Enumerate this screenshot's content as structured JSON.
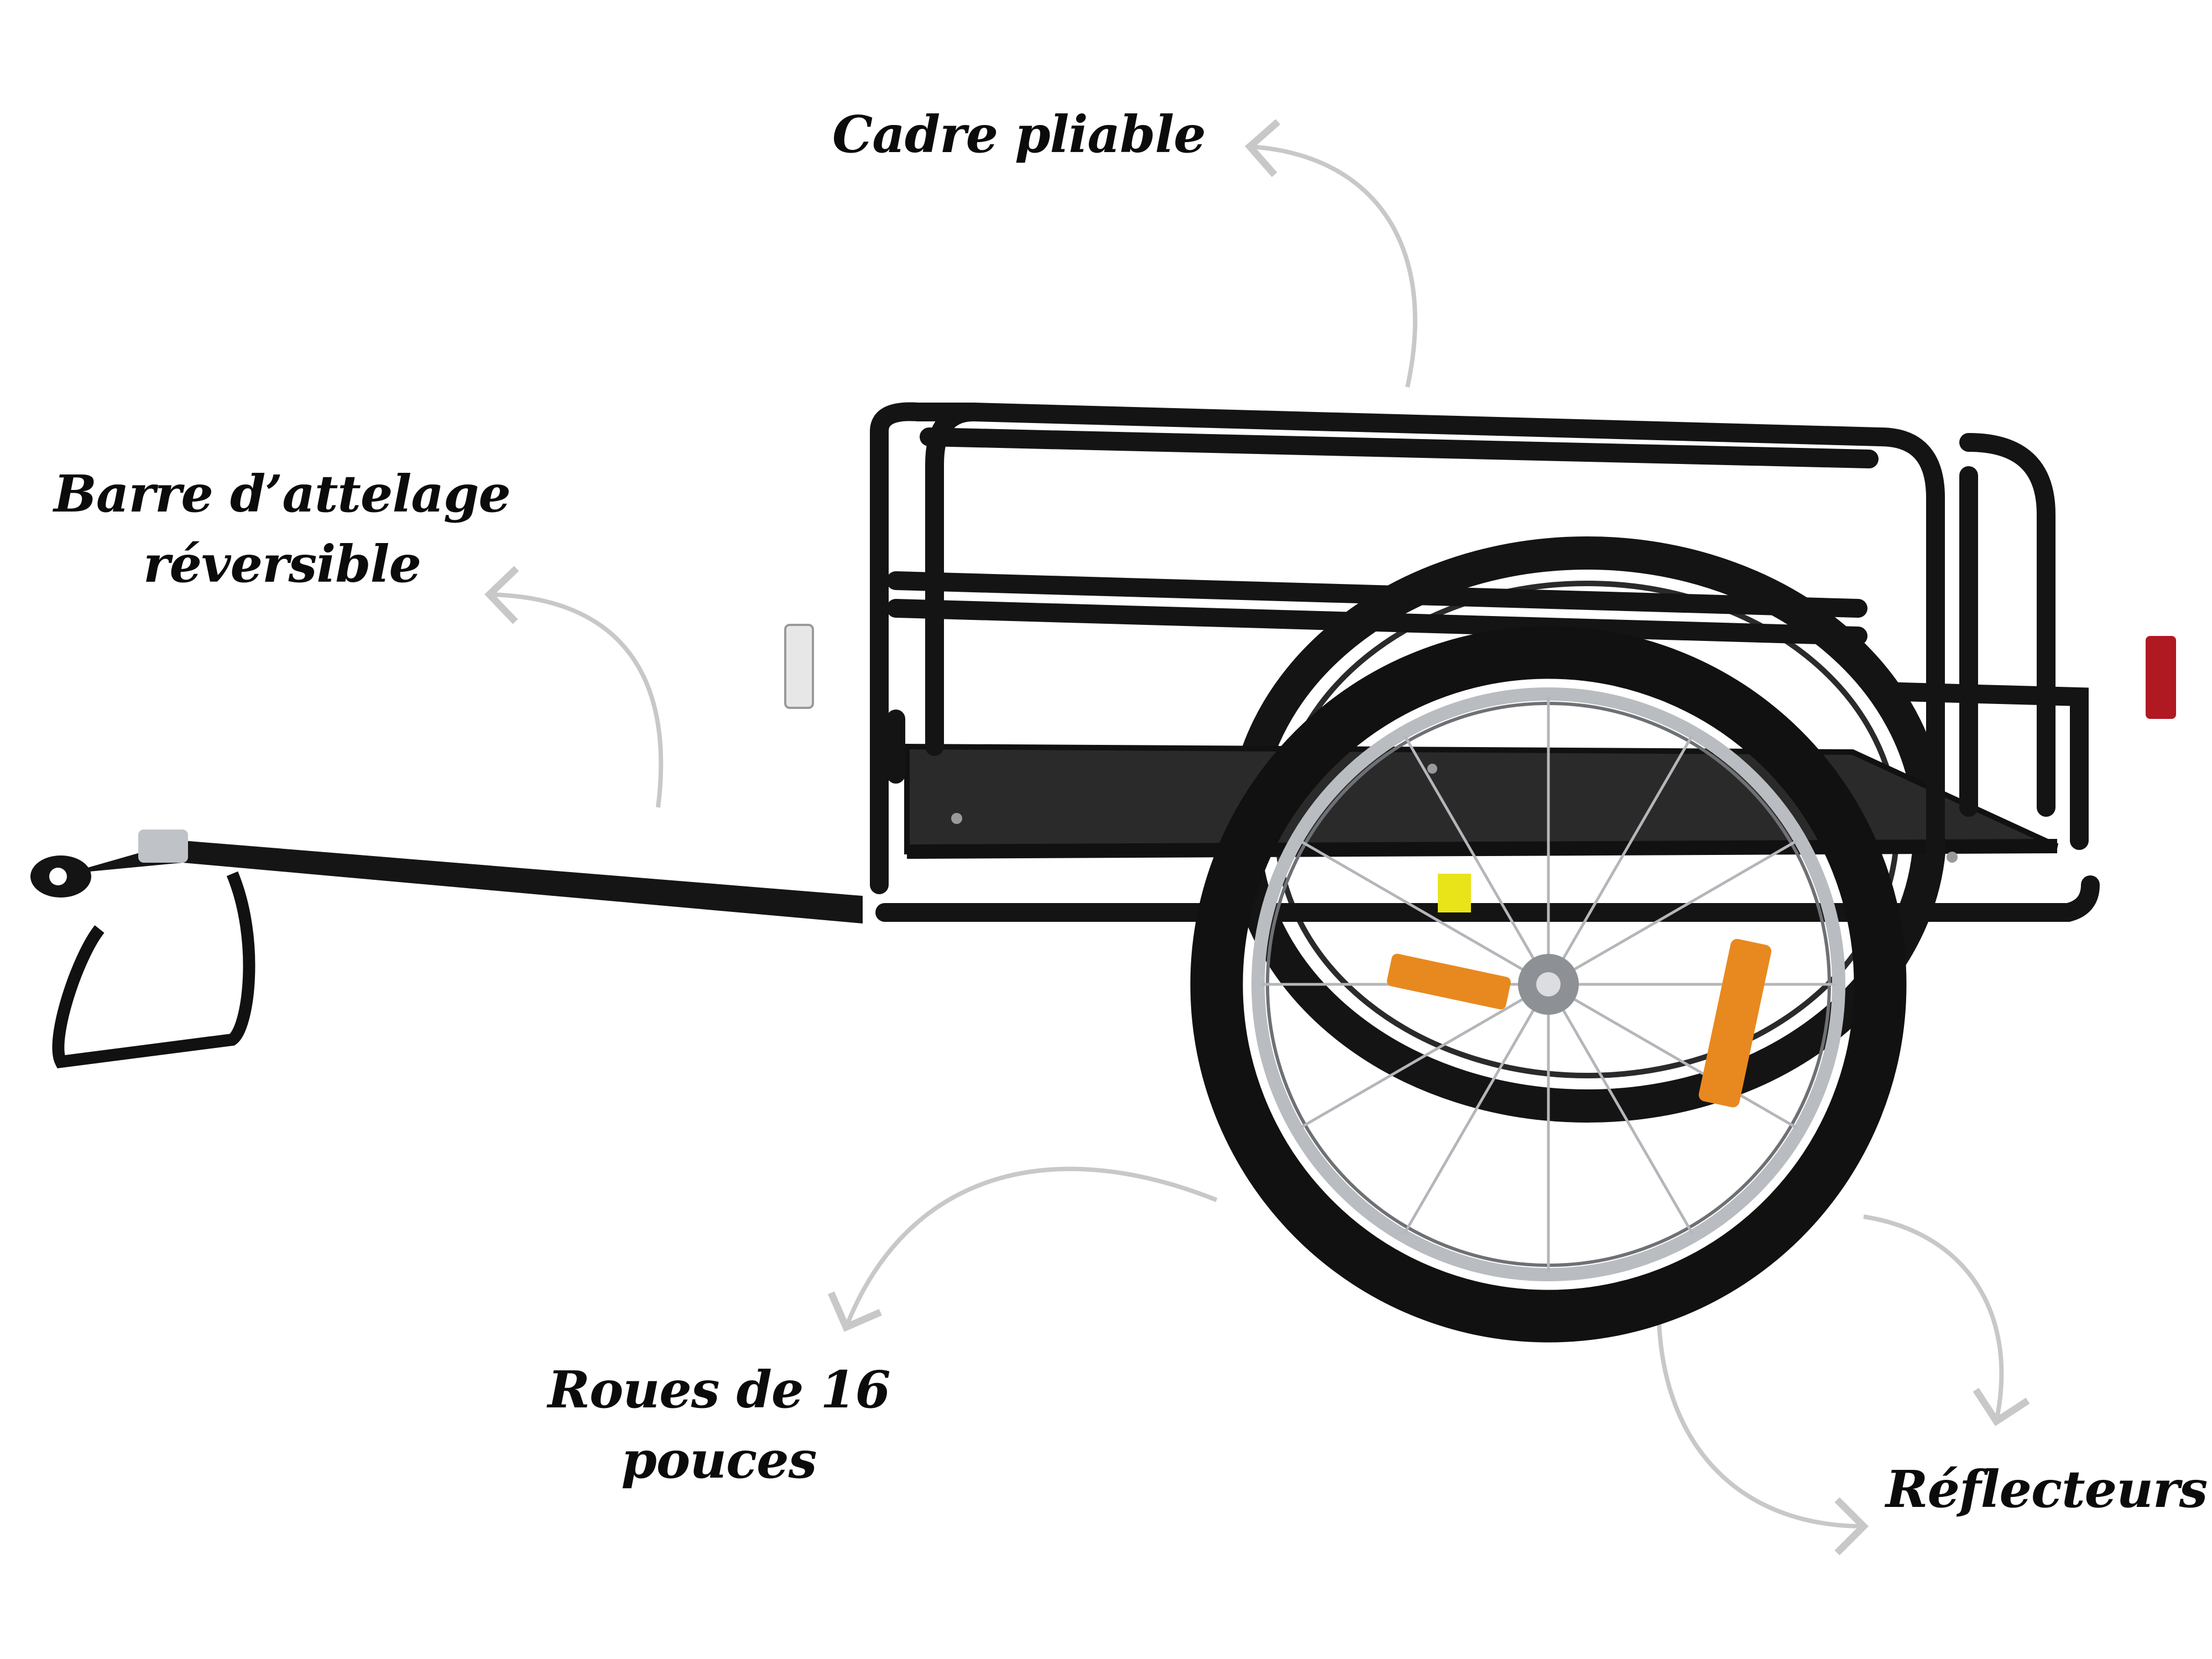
{
  "labels": {
    "folding_frame": "Cadre pliable",
    "hitch_line1": "Barre d’attelage",
    "hitch_line2": "réversible",
    "wheels_line1": "Roues de 16",
    "wheels_line2": "pouces",
    "reflectors": "Réflecteurs"
  },
  "colors": {
    "frame": "#111111",
    "arrow": "#c8c8c8",
    "reflector_orange": "#e8891f",
    "reflector_red": "#b01822",
    "rim": "#b9bcc0",
    "sticker": "#e9e31a"
  }
}
